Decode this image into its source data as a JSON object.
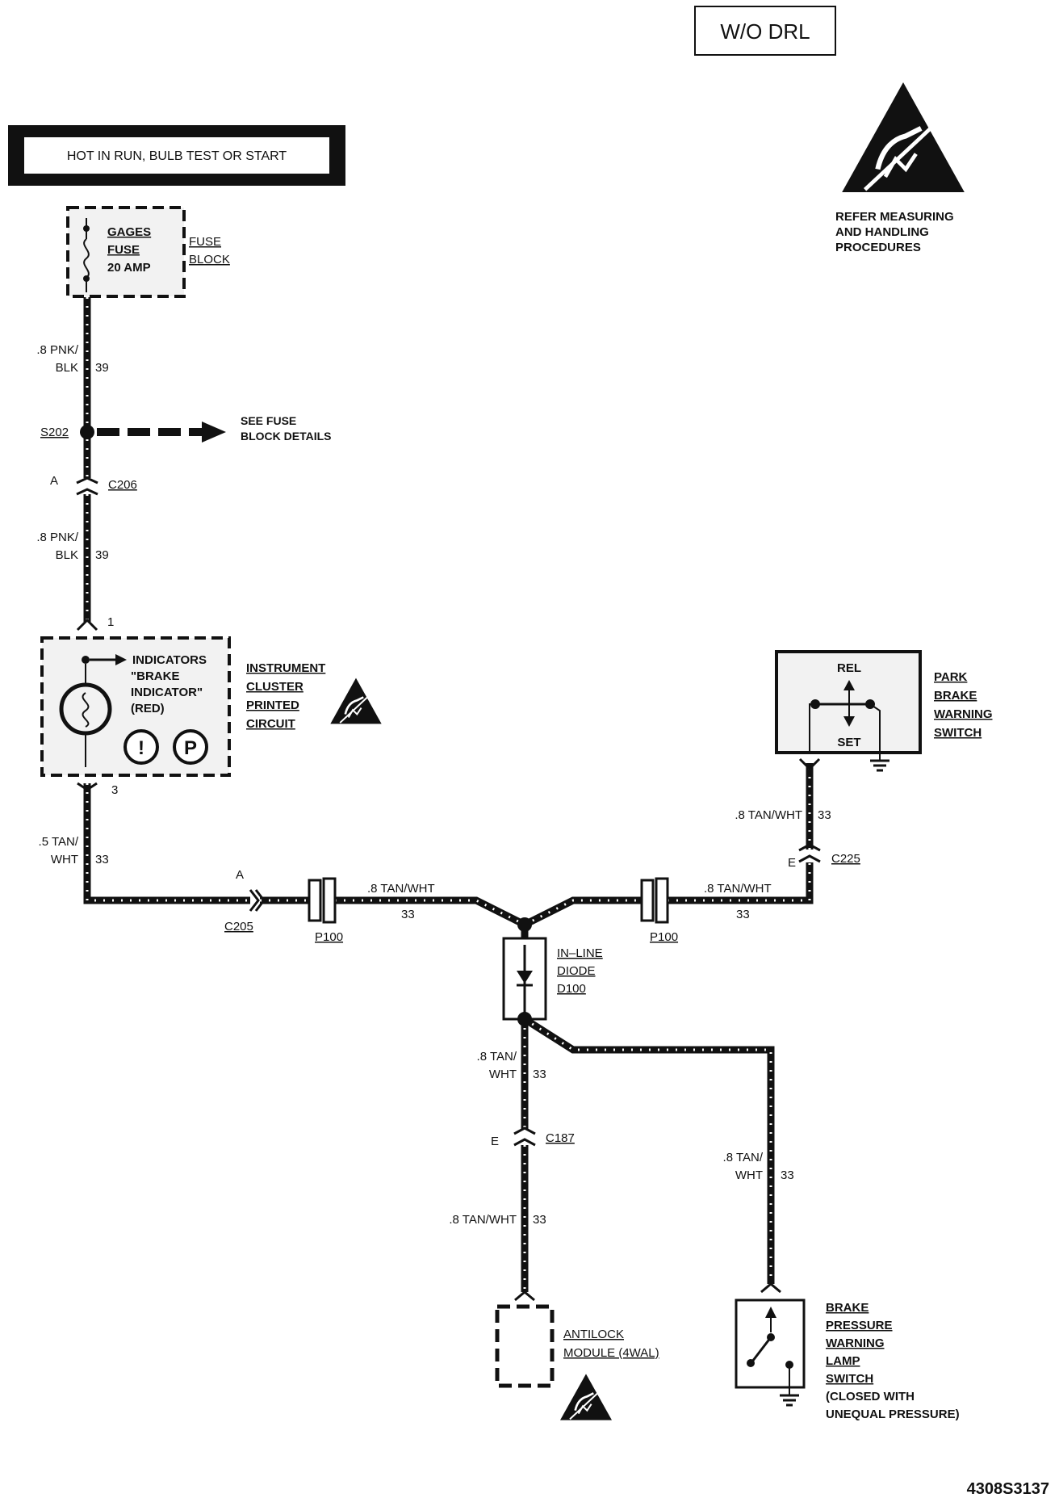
{
  "variant_label": "W/O DRL",
  "power_header": "HOT IN RUN, BULB TEST OR START",
  "esd_caution": {
    "line1": "REFER MEASURING",
    "line2": "AND HANDLING",
    "line3": "PROCEDURES"
  },
  "fuse": {
    "name_line1": "GAGES",
    "name_line2": "FUSE",
    "rating": "20 AMP",
    "block_line1": "FUSE",
    "block_line2": "BLOCK"
  },
  "wire_labels": {
    "pnk_blk_1_a": ".8 PNK/",
    "pnk_blk_1_b": "BLK",
    "pnk_blk_2_a": ".8 PNK/",
    "pnk_blk_2_b": "BLK",
    "circuit_39": "39",
    "tan_wht_05_a": ".5 TAN/",
    "tan_wht_05_b": "WHT",
    "tan_wht_08": ".8 TAN/WHT",
    "tan_wht_08_a": ".8 TAN/",
    "tan_wht_08_b": "WHT",
    "circuit_33": "33"
  },
  "splice": {
    "name": "S202",
    "see_line1": "SEE FUSE",
    "see_line2": "BLOCK DETAILS"
  },
  "connectors": {
    "c206": "C206",
    "c206_pin": "A",
    "c205": "C205",
    "c205_pin": "A",
    "c225": "C225",
    "c225_pin": "E",
    "c187": "C187",
    "c187_pin": "E",
    "p100": "P100",
    "cluster_pin_in": "1",
    "cluster_pin_out": "3"
  },
  "cluster": {
    "ind_line1": "INDICATORS",
    "ind_line2": "\"BRAKE",
    "ind_line3": "INDICATOR\"",
    "ind_line4": "(RED)",
    "name_line1": "INSTRUMENT",
    "name_line2": "CLUSTER",
    "name_line3": "PRINTED",
    "name_line4": "CIRCUIT",
    "symbol_1": "!",
    "symbol_2": "P"
  },
  "park_switch": {
    "rel": "REL",
    "set": "SET",
    "name_line1": "PARK",
    "name_line2": "BRAKE",
    "name_line3": "WARNING",
    "name_line4": "SWITCH"
  },
  "diode": {
    "line1": "IN–LINE",
    "line2": "DIODE",
    "line3": "D100"
  },
  "antilock": {
    "line1": "ANTILOCK",
    "line2": "MODULE (4WAL)"
  },
  "pressure_switch": {
    "line1": "BRAKE",
    "line2": "PRESSURE",
    "line3": "WARNING",
    "line4": "LAMP",
    "line5": "SWITCH",
    "line6": "(CLOSED WITH",
    "line7": "UNEQUAL PRESSURE)"
  },
  "figure_id": "4308S3137",
  "colors": {
    "ink": "#111111",
    "paper": "#ffffff",
    "shade": "#f2f2f2"
  }
}
